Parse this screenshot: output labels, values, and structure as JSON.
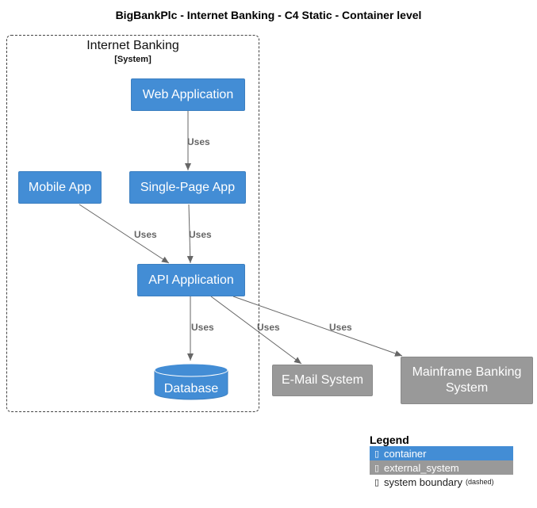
{
  "title": "BigBankPlc - Internet Banking - C4 Static - Container level",
  "boundary": {
    "name": "Internet Banking",
    "type": "[System]"
  },
  "containers": {
    "web_app": "Web Application",
    "spa": "Single-Page App",
    "mobile_app": "Mobile App",
    "api_app": "API Application",
    "database": "Database"
  },
  "external_systems": {
    "email": "E-Mail System",
    "mainframe_line1": "Mainframe Banking",
    "mainframe_line2": "System"
  },
  "relationships": [
    {
      "from": "Web Application",
      "to": "Single-Page App",
      "label": "Uses"
    },
    {
      "from": "Mobile App",
      "to": "API Application",
      "label": "Uses"
    },
    {
      "from": "Single-Page App",
      "to": "API Application",
      "label": "Uses"
    },
    {
      "from": "API Application",
      "to": "Database",
      "label": "Uses"
    },
    {
      "from": "API Application",
      "to": "E-Mail System",
      "label": "Uses"
    },
    {
      "from": "API Application",
      "to": "Mainframe Banking System",
      "label": "Uses"
    }
  ],
  "legend": {
    "title": "Legend",
    "container": "container",
    "external_system": "external_system",
    "system_boundary": "system boundary",
    "dashed": "(dashed)"
  },
  "colors": {
    "container": "#438dd5",
    "external_system": "#999999",
    "arrow": "#666666"
  }
}
